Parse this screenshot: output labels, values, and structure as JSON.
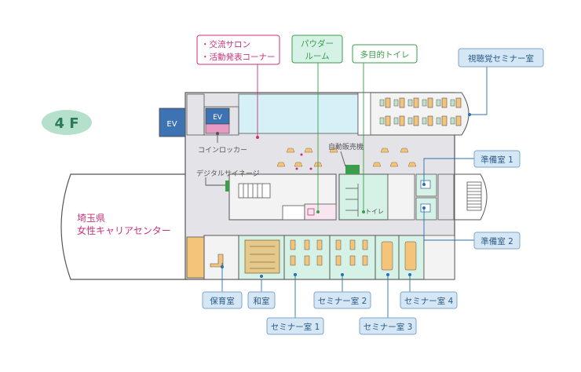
{
  "floor": "4 F",
  "building_name_line1": "埼玉県",
  "building_name_line2": "女性キャリアセンター",
  "labels": {
    "salon_line1": "・交流サロン",
    "salon_line2": "・活動発表コーナー",
    "powder_line1": "パウダー",
    "powder_line2": "ルーム",
    "multi_toilet": "多目的トイレ",
    "av_seminar": "視聴覚セミナー室",
    "prep1": "準備室 1",
    "prep2": "準備室 2",
    "ev_outer": "EV",
    "ev_inner": "EV",
    "coin_locker": "コインロッカー",
    "vending": "自動販売機",
    "signage": "デジタルサイネージ",
    "toilet": "トイレ",
    "nursery": "保育室",
    "japanese_room": "和室",
    "seminar1": "セミナー室 1",
    "seminar2": "セミナー室 2",
    "seminar3": "セミナー室 3",
    "seminar4": "セミナー室 4"
  },
  "colors": {
    "pink": "#c8327a",
    "green": "#3a9e4c",
    "blue": "#2a6fb0",
    "label_fill": "#d5e6f5",
    "label_stroke": "#7ea6cc",
    "floor_badge": "#b5e0cc",
    "corridor": "#e4e4e8",
    "room_fill": "#f3f3f3",
    "water": "#d6f0f8",
    "toilet_fill": "#d6f2e6",
    "desk": "#f3c47a"
  }
}
